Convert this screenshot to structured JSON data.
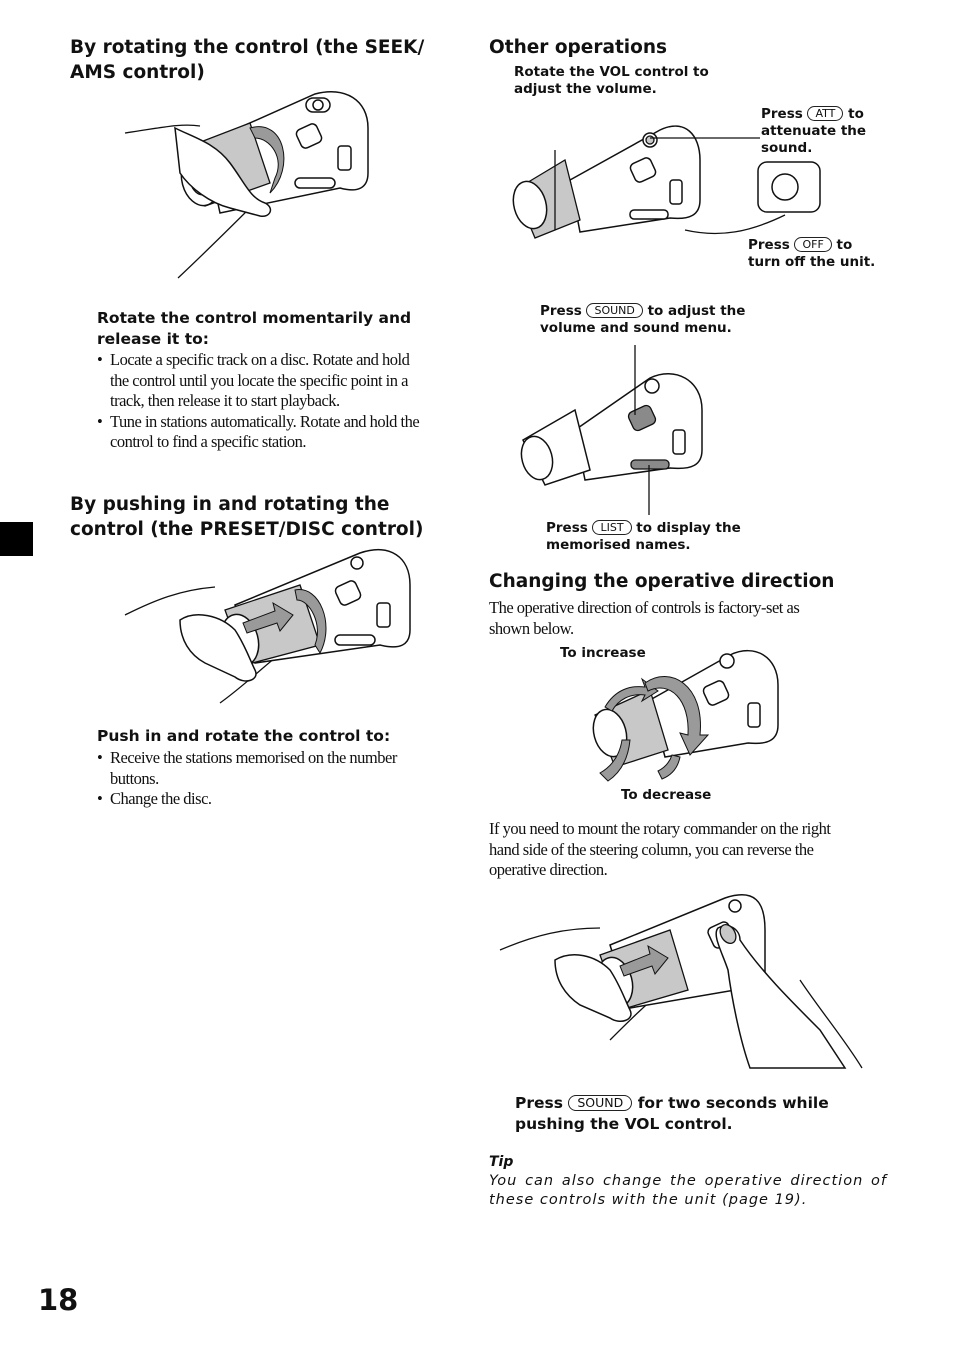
{
  "left": {
    "sec1_title": "By rotating the control (the SEEK/ AMS control)",
    "sec1_lead": "Rotate the control momentarily and release it to:",
    "sec1_bullets": [
      "Locate a specific track on a disc. Rotate and hold the control until you locate the specific point in a track, then release it to start playback.",
      "Tune in stations automatically. Rotate and hold the control to find a specific station."
    ],
    "sec2_title": "By pushing in and rotating the control (the PRESET/DISC control)",
    "sec2_lead": "Push in and rotate the control to:",
    "sec2_bullets": [
      "Receive the stations memorised on the number buttons.",
      "Change the disc."
    ]
  },
  "right": {
    "other_title": "Other operations",
    "vol_caption": "Rotate the VOL control to adjust the volume.",
    "att_pre": "Press",
    "att_key": "ATT",
    "att_post": "to attenuate the sound.",
    "off_pre": "Press",
    "off_key": "OFF",
    "off_post": "to turn off the unit.",
    "sound_pre": "Press",
    "sound_key": "SOUND",
    "sound_post": "to adjust the volume and sound menu.",
    "list_pre": "Press",
    "list_key": "LIST",
    "list_post": "to display the memorised names.",
    "dir_title": "Changing the operative direction",
    "dir_body": "The operative direction of controls is factory-set as shown below.",
    "to_increase": "To increase",
    "to_decrease": "To decrease",
    "mount_body": "If you need to mount the rotary commander on the right hand side of the steering column, you can reverse the operative direction.",
    "press_pre": "Press",
    "press_key": "SOUND",
    "press_post": "for two seconds while pushing the VOL control.",
    "tip_title": "Tip",
    "tip_body": "You can also change the operative direction of these controls with the unit (page 19)."
  },
  "page_number": "18"
}
